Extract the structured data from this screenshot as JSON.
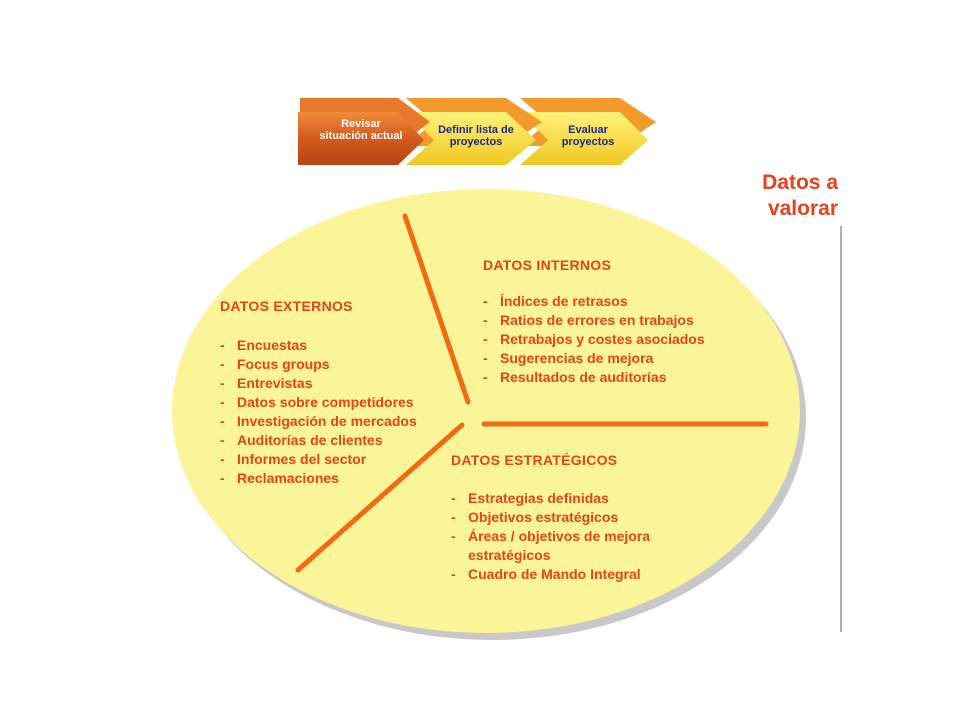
{
  "process": {
    "steps": [
      {
        "label": "Revisar situación actual",
        "color": "#c4521a",
        "text_color": "#ffffff"
      },
      {
        "label": "Definir lista de proyectos",
        "color": "#f2d83a",
        "text_color": "#1a2a8a"
      },
      {
        "label": "Evaluar proyectos",
        "color": "#f2d83a",
        "text_color": "#1a2a8a"
      }
    ]
  },
  "corner_title": {
    "line1": "Datos a",
    "line2": "valorar"
  },
  "sections": {
    "externos": {
      "title": "DATOS EXTERNOS",
      "items": [
        "Encuestas",
        "Focus groups",
        "Entrevistas",
        "Datos sobre competidores",
        "Investigación de mercados",
        "Auditorías de clientes",
        "Informes del sector",
        "Reclamaciones"
      ]
    },
    "internos": {
      "title": "DATOS INTERNOS",
      "items": [
        "Índices de retrasos",
        "Ratios de errores en trabajos",
        "Retrabajos y costes asociados",
        "Sugerencias de mejora",
        "Resultados de auditorías"
      ]
    },
    "estrategicos": {
      "title": "DATOS ESTRATÉGICOS",
      "items": [
        "Estrategias definidas",
        "Objetivos estratégicos",
        "Áreas / objetivos de mejora estratégicos",
        "Cuadro de Mando Integral"
      ]
    }
  },
  "colors": {
    "ellipse_fill": "#fbf59a",
    "ellipse_shadow": "#c8c8c8",
    "text_accent": "#e8421a",
    "divider": "#f26a12"
  }
}
